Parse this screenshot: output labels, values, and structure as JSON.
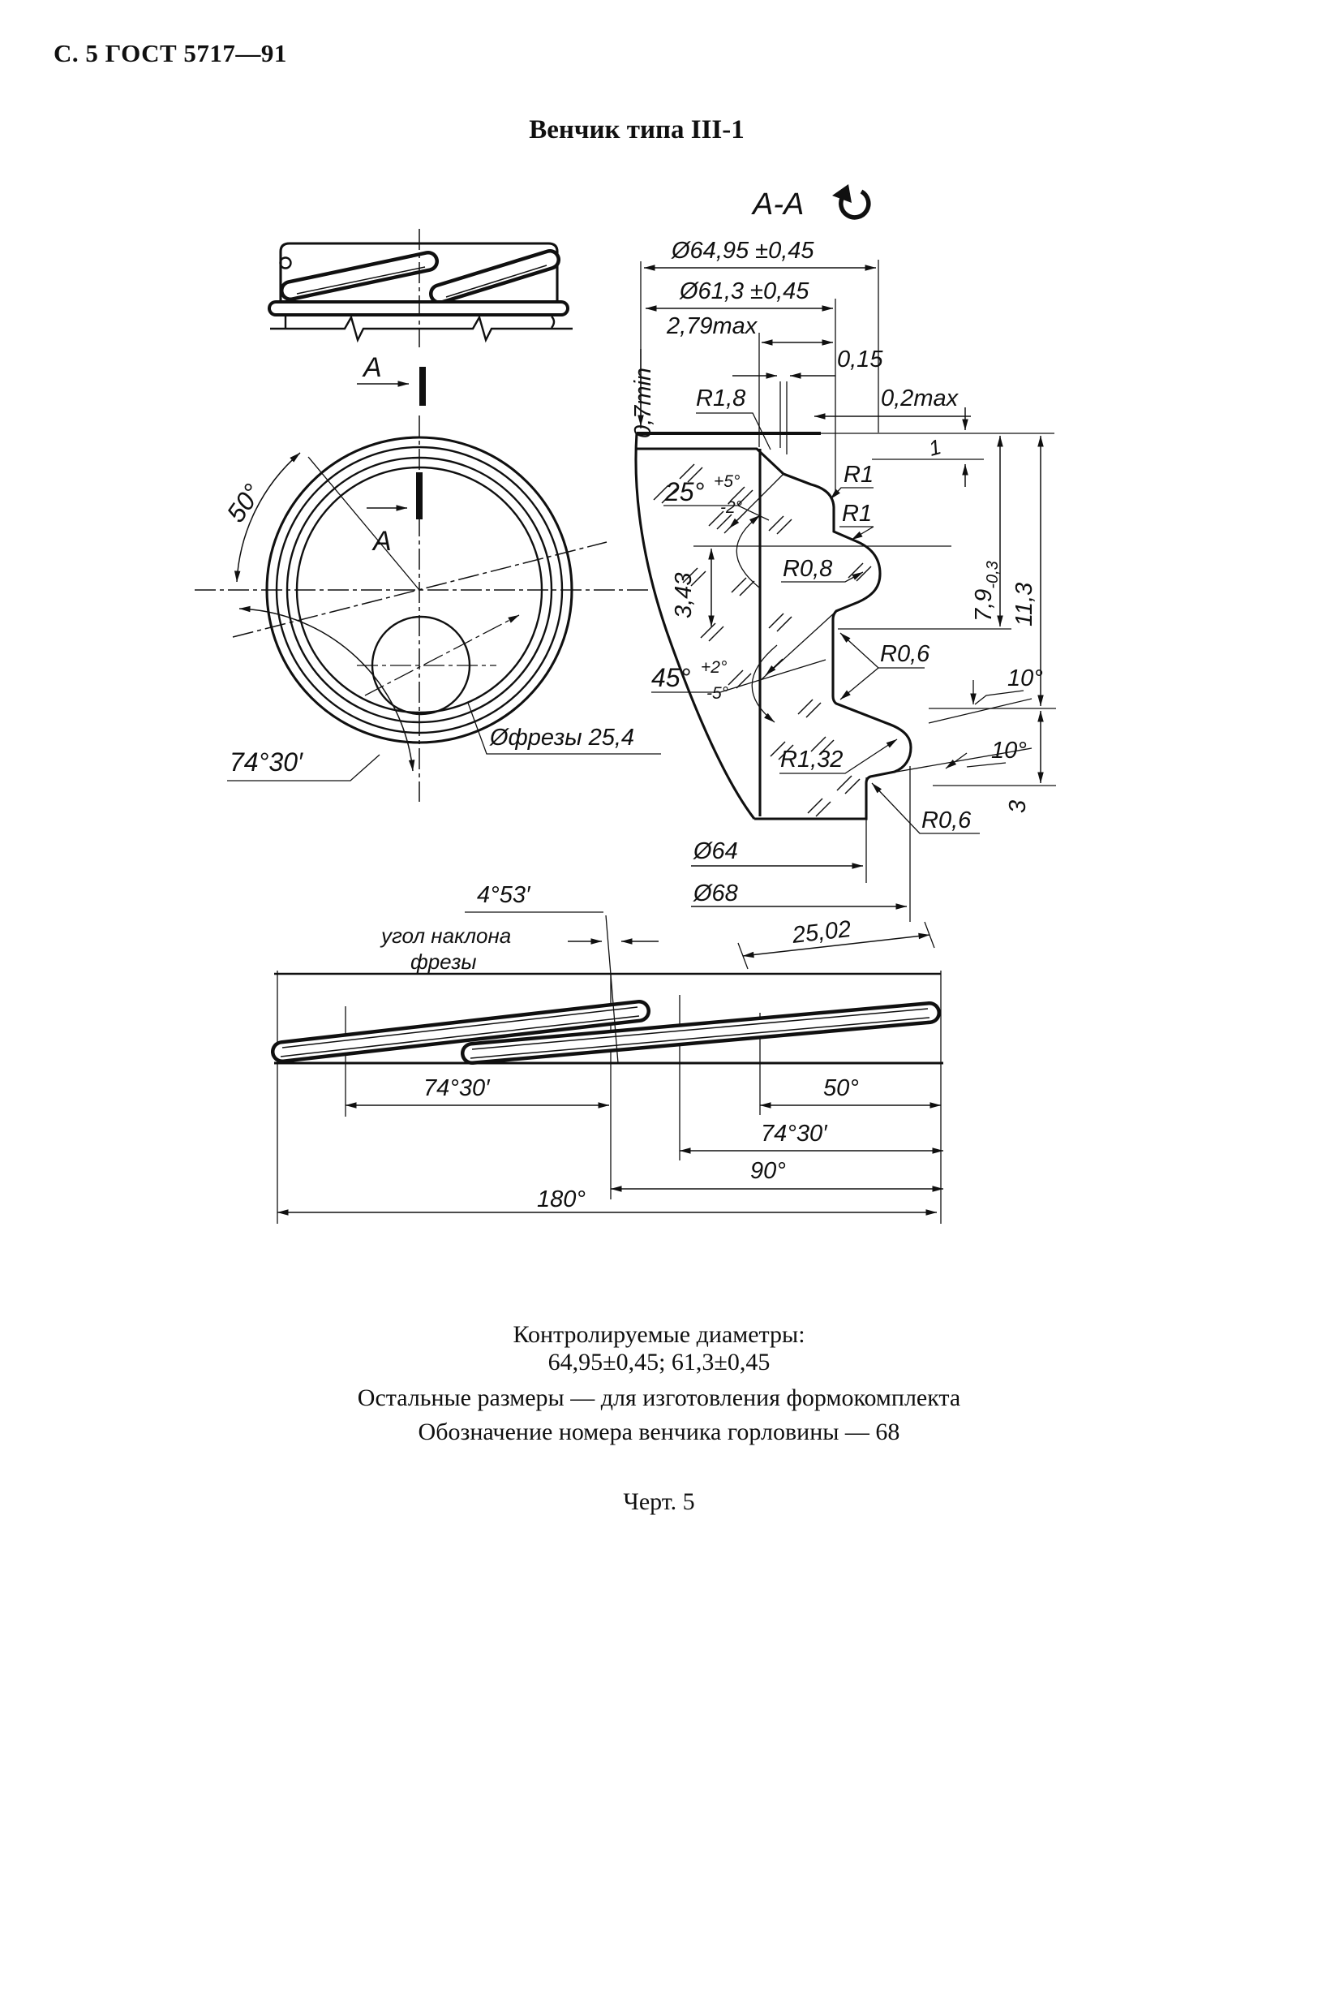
{
  "labels": {
    "header": "С. 5 ГОСТ 5717—91",
    "title": "Венчик типа III-1",
    "section_label": "А-А",
    "marker_a_side": "А",
    "marker_a_top": "А",
    "dia_outer": "Ø64,95 ±0,45",
    "dia_inner": "Ø61,3 ±0,45",
    "depth_max": "2,79max",
    "gap_015": "0,15",
    "min_07": "0,7min",
    "r18": "R1,8",
    "max_02": "0,2max",
    "one": "1",
    "ang25": "25°",
    "ang25_plus": "+5°",
    "ang25_minus": "-2°",
    "r1_first": "R1",
    "r1_second": "R1",
    "r08": "R0,8",
    "h343": "3,43",
    "h79": "7,9",
    "h79_tol": "-0,3",
    "h113": "11,3",
    "ang45": "45°",
    "ang45_plus": "+2°",
    "ang45_minus": "-5°",
    "r06_upper": "R0,6",
    "deg10_upper": "10°",
    "deg10_lower": "10°",
    "r132": "R1,32",
    "h3": "3",
    "r06_lower": "R0,6",
    "dia64": "Ø64",
    "dia68": "Ø68",
    "mill_dia": "Øфрезы 25,4",
    "deg50_top": "50°",
    "deg7430_circle": "74°30′",
    "ang453": "4°53′",
    "mill_note1": "угол наклона",
    "mill_note2": "фрезы",
    "len2502": "25,02",
    "deg7430_dev_left": "74°30′",
    "deg50_dev": "50°",
    "deg7430_dev_right": "74°30′",
    "deg90": "90°",
    "deg180": "180°"
  },
  "footer": {
    "line1": "Контролируемые диаметры:",
    "line2": "64,95±0,45; 61,3±0,45",
    "line3": "Остальные размеры — для изготовления формокомплекта",
    "line4": "Обозначение номера венчика горловины — 68",
    "caption": "Черт. 5"
  }
}
